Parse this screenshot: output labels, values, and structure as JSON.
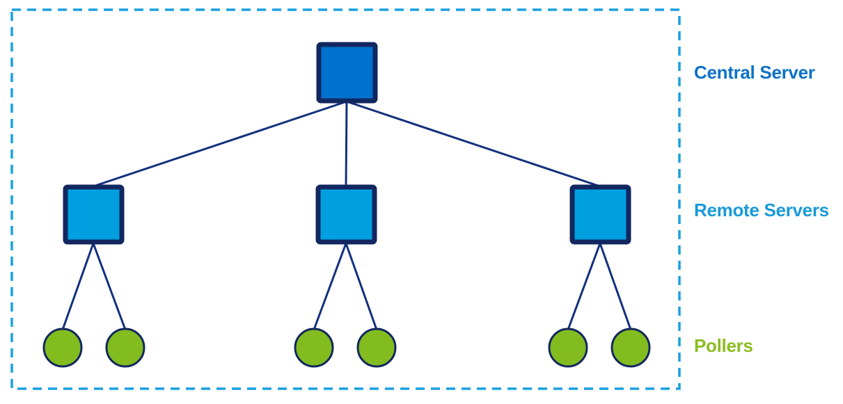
{
  "diagram": {
    "type": "network-topology-tree",
    "legend": {
      "central_server": "Central Server",
      "remote_servers": "Remote Servers",
      "pollers": "Pollers"
    },
    "structure": {
      "central_server_count": 1,
      "remote_server_count": 3,
      "poller_count": 6,
      "pollers_per_remote_server": 2,
      "edges": [
        "central-server -> remote-server-1",
        "central-server -> remote-server-2",
        "central-server -> remote-server-3",
        "remote-server-1 -> poller-1",
        "remote-server-1 -> poller-2",
        "remote-server-2 -> poller-3",
        "remote-server-2 -> poller-4",
        "remote-server-3 -> poller-5",
        "remote-server-3 -> poller-6"
      ]
    },
    "colors": {
      "central_fill": "#0071ce",
      "remote_fill": "#009fe0",
      "poller_fill": "#82bc1e",
      "node_border": "#12275f",
      "connector": "#12307d",
      "boundary_dash": "#18a0e0",
      "label_central": "#0d71c9",
      "label_remote": "#189ad9",
      "label_pollers": "#8cbe22"
    }
  }
}
